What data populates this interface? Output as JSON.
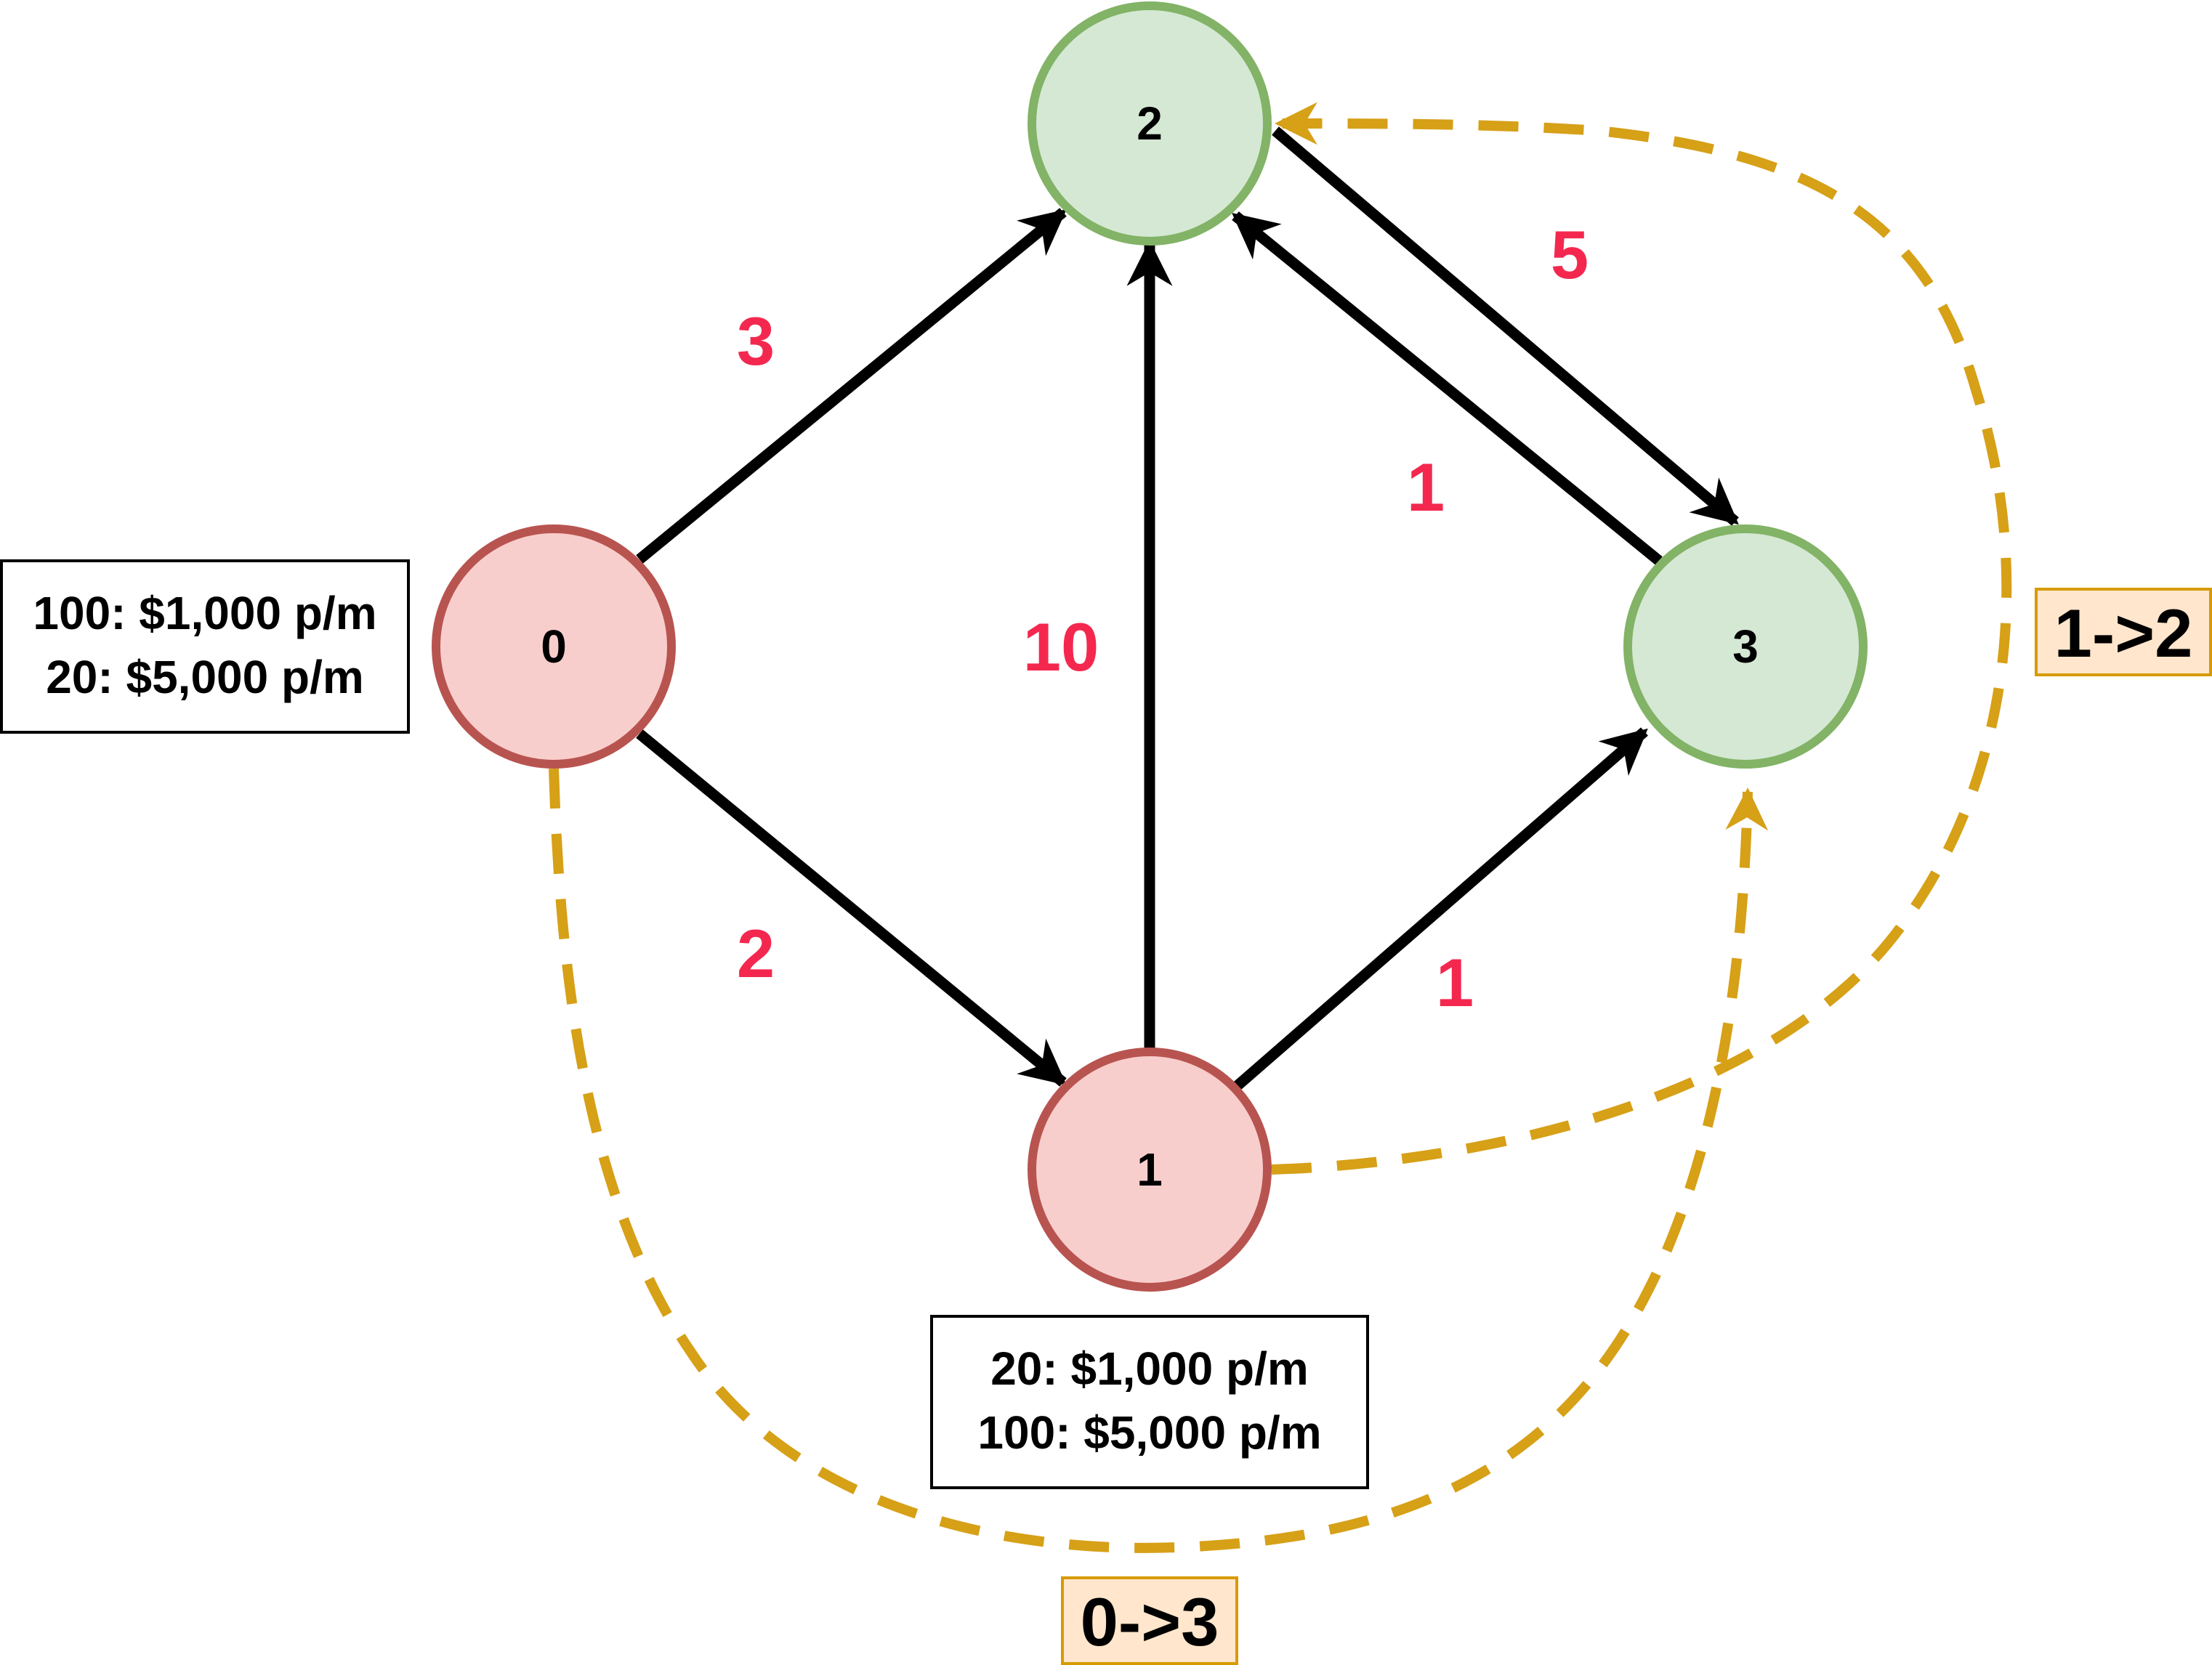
{
  "colors": {
    "source_fill": "#f8cecc",
    "source_stroke": "#b85450",
    "sink_fill": "#d5e8d4",
    "sink_stroke": "#82b366",
    "edge": "#000000",
    "weight_text": "#f4284f",
    "route": "#d6a017",
    "route_label_fill": "#ffe6cc",
    "route_label_stroke": "#d79b00"
  },
  "nodes": [
    {
      "id": "0",
      "label": "0",
      "kind": "source"
    },
    {
      "id": "1",
      "label": "1",
      "kind": "source"
    },
    {
      "id": "2",
      "label": "2",
      "kind": "sink"
    },
    {
      "id": "3",
      "label": "3",
      "kind": "sink"
    }
  ],
  "edges": [
    {
      "from": "0",
      "to": "2",
      "weight": "3"
    },
    {
      "from": "0",
      "to": "1",
      "weight": "2"
    },
    {
      "from": "1",
      "to": "2",
      "weight": "10"
    },
    {
      "from": "1",
      "to": "3",
      "weight": "1"
    },
    {
      "from": "2",
      "to": "3",
      "weight": "5"
    },
    {
      "from": "3",
      "to": "2",
      "weight": "1"
    }
  ],
  "supply_boxes": {
    "node0": {
      "line1": "100: $1,000 p/m",
      "line2": "20: $5,000 p/m"
    },
    "node1": {
      "line1": "20: $1,000 p/m",
      "line2": "100: $5,000 p/m"
    }
  },
  "routes": [
    {
      "from": "0",
      "to": "3",
      "label": "0->3"
    },
    {
      "from": "1",
      "to": "2",
      "label": "1->2"
    }
  ]
}
